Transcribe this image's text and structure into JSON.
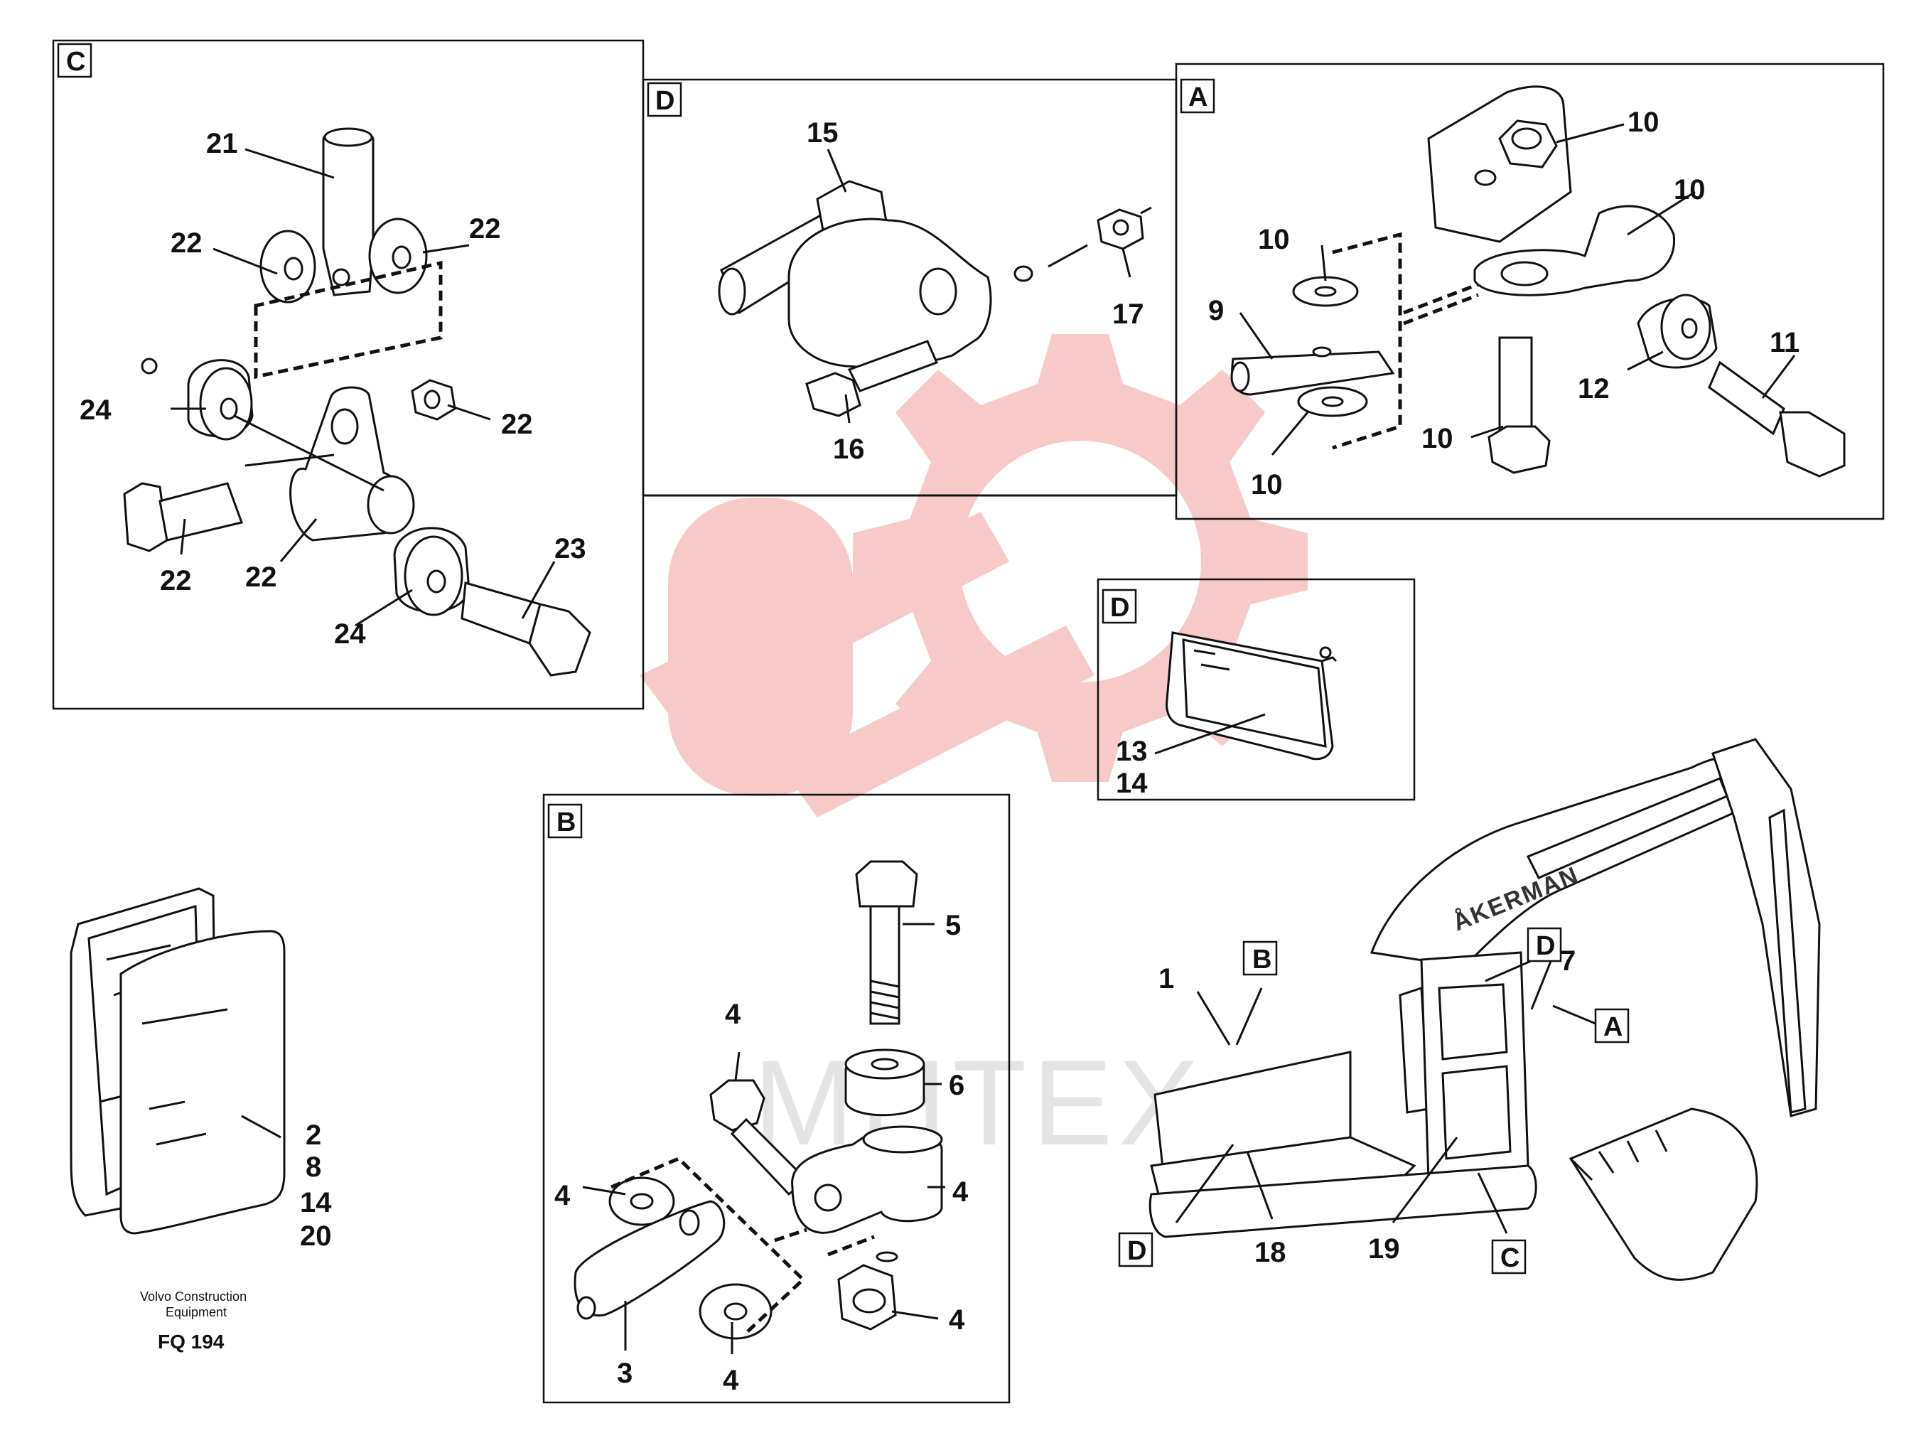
{
  "watermark": {
    "text": "MHTEX",
    "color": "#e84040"
  },
  "panels": {
    "C": {
      "letter": "C",
      "labels": [
        "21",
        "22",
        "22",
        "24",
        "22",
        "22",
        "22",
        "23",
        "24"
      ]
    },
    "D_top": {
      "letter": "D",
      "labels": [
        "15",
        "17",
        "16"
      ]
    },
    "A": {
      "letter": "A",
      "labels": [
        "10",
        "10",
        "10",
        "9",
        "11",
        "12",
        "10",
        "10"
      ]
    },
    "D_mid": {
      "letter": "D",
      "labels": [
        "13",
        "14"
      ]
    },
    "B": {
      "letter": "B",
      "labels": [
        "5",
        "4",
        "6",
        "4",
        "4",
        "4",
        "3",
        "4"
      ]
    }
  },
  "mirror": {
    "labels": [
      "2",
      "8",
      "14",
      "20"
    ]
  },
  "excavator": {
    "brand": "ÅKERMAN",
    "labels": [
      "1",
      "7",
      "18",
      "19"
    ],
    "callouts": [
      "B",
      "D",
      "A",
      "D",
      "C"
    ]
  },
  "footer": {
    "maker_line1": "Volvo Construction",
    "maker_line2": "Equipment",
    "code": "FQ 194"
  }
}
